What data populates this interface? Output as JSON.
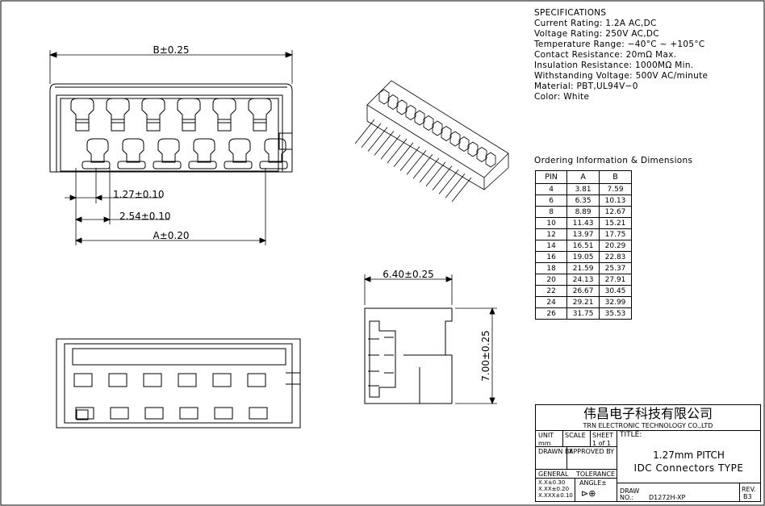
{
  "specifications": {
    "heading": "SPECIFICATIONS",
    "lines": [
      "Current Rating: 1.2A AC,DC",
      "Voltage Rating: 250V AC,DC",
      "Temperature Range: −40°C ~ +105°C",
      "Contact Resistance: 20mΩ Max.",
      "Insulation Resistance: 1000MΩ Min.",
      "Withstanding Voltage: 500V AC/minute",
      "Material: PBT,UL94V−0",
      "Color: White"
    ]
  },
  "ordering": {
    "heading": "Ordering Information & Dimensions",
    "columns": [
      "PIN",
      "A",
      "B"
    ],
    "rows": [
      [
        "4",
        "3.81",
        "7.59"
      ],
      [
        "6",
        "6.35",
        "10.13"
      ],
      [
        "8",
        "8.89",
        "12.67"
      ],
      [
        "10",
        "11.43",
        "15.21"
      ],
      [
        "12",
        "13.97",
        "17.75"
      ],
      [
        "14",
        "16.51",
        "20.29"
      ],
      [
        "16",
        "19.05",
        "22.83"
      ],
      [
        "18",
        "21.59",
        "25.37"
      ],
      [
        "20",
        "24.13",
        "27.91"
      ],
      [
        "22",
        "26.67",
        "30.45"
      ],
      [
        "24",
        "29.21",
        "32.99"
      ],
      [
        "26",
        "31.75",
        "35.53"
      ]
    ]
  },
  "dimensions": {
    "b": "B±0.25",
    "pitch": "1.27±0.10",
    "double_pitch": "2.54±0.10",
    "a": "A±0.20",
    "width": "6.40±0.25",
    "height": "7.00±0.25"
  },
  "title_block": {
    "company_cn": "伟昌电子科技有限公司",
    "company_en": "TRN ELECTRONIC TECHNOLOGY CO.,LTD",
    "unit_label": "UNIT",
    "unit_value": "mm",
    "scale_label": "SCALE",
    "sheet_label": "SHEET",
    "sheet_value": "1 of 1",
    "title_label": "TITLE:",
    "drawn_by": "DRAWN BY",
    "approved_by": "APPROVED BY",
    "title_line1": "1.27mm PITCH",
    "title_line2": "IDC Connectors TYPE",
    "general_label": "GENERAL",
    "tolerance_label": "TOLERANCE",
    "tol_x": "X.X±0.30",
    "tol_xx": "X.XX±0.20",
    "tol_xxx": "X.XXX±0.10",
    "angle_label": "ANGLE±",
    "draw_label": "DRAW",
    "no_label": "NO.:",
    "drawing_no": "D1272H-XP",
    "rev_label": "REV.",
    "rev_value": "B3"
  }
}
